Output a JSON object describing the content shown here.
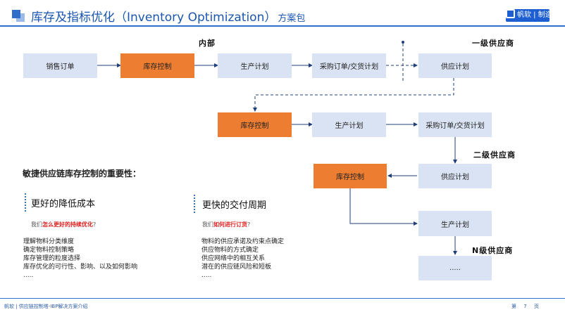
{
  "header": {
    "title": "库存及指标优化（Inventory Optimization）",
    "title_suffix": "方案包",
    "logo_text": "帆软 | 制造"
  },
  "diagram": {
    "labels": {
      "internal": "内部",
      "tier1": "一级供应商",
      "tier2": "二级供应商",
      "tierN": "N级供应商"
    },
    "row1": [
      "销售订单",
      "库存控制",
      "生产计划",
      "采购订单/交货计划",
      "供应计划"
    ],
    "row2": [
      "库存控制",
      "生产计划",
      "采购订单/交货计划"
    ],
    "row3": [
      "库存控制",
      "供应计划"
    ],
    "row4": [
      "生产计划"
    ],
    "row5": [
      "....."
    ]
  },
  "importance": {
    "heading": "敏捷供应链库存控制的重要性：",
    "left": {
      "title": "更好的降低成本",
      "question_prefix": "我们",
      "question_highlight": "怎么更好的持续优化",
      "question_suffix": "?",
      "items": [
        "理解物料分类维度",
        "确定物料控制策略",
        "库存管理的粒度选择",
        "库存优化的可行性、影响、以及如何影响",
        "....."
      ]
    },
    "right": {
      "title": "更快的交付周期",
      "question_prefix": "我们",
      "question_highlight": "如何进行订货",
      "question_suffix": "?",
      "items": [
        "物料的供应承诺及约束点确定",
        "供应物料的方式确定",
        "供应网络中的相互关系",
        "潜在的供应链风险和短板",
        "....."
      ]
    }
  },
  "footer": {
    "left": "帆软 | 供应链控制塔-IBP解决方案介绍",
    "page_prefix": "第",
    "page_number": "7",
    "page_suffix": "页"
  },
  "colors": {
    "accent": "#2f6fc9",
    "box_light": "#dae3f3",
    "box_orange": "#ed7d31",
    "highlight": "#e02020"
  }
}
